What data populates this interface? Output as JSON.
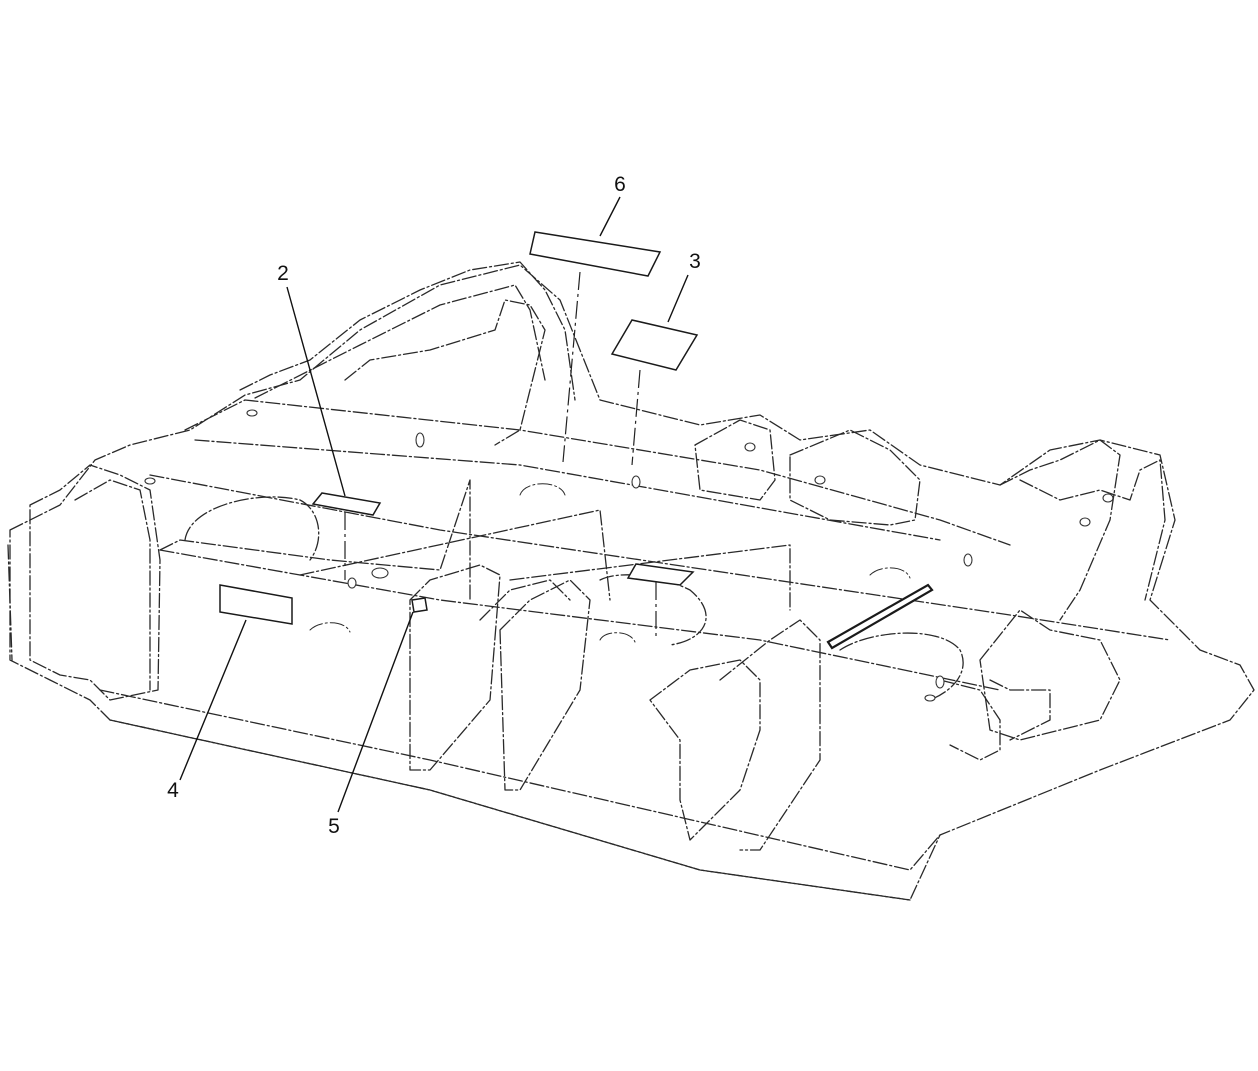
{
  "callouts": {
    "c2": "2",
    "c3": "3",
    "c4": "4",
    "c5": "5",
    "c6": "6"
  },
  "colors": {
    "line": "#2a2a2a",
    "background": "#ffffff"
  }
}
